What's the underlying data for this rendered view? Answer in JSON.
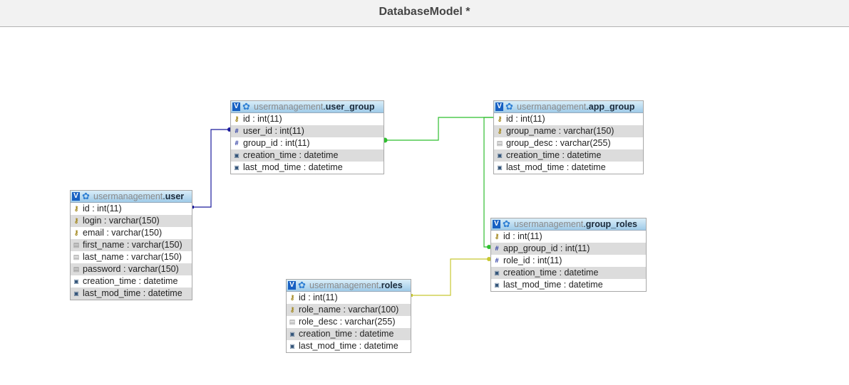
{
  "window": {
    "title": "DatabaseModel *"
  },
  "tables": {
    "user_group": {
      "db": "usermanagement",
      "name": "user_group",
      "columns": [
        {
          "icon": "primary-key-icon",
          "text": "id : int(11)"
        },
        {
          "icon": "foreign-key-icon",
          "text": "user_id : int(11)"
        },
        {
          "icon": "foreign-key-icon",
          "text": "group_id : int(11)"
        },
        {
          "icon": "datetime-icon",
          "text": "creation_time : datetime"
        },
        {
          "icon": "datetime-icon",
          "text": "last_mod_time : datetime"
        }
      ]
    },
    "app_group": {
      "db": "usermanagement",
      "name": "app_group",
      "columns": [
        {
          "icon": "primary-key-icon",
          "text": "id : int(11)"
        },
        {
          "icon": "unique-key-icon",
          "text": "group_name : varchar(150)"
        },
        {
          "icon": "text-column-icon",
          "text": "group_desc : varchar(255)"
        },
        {
          "icon": "datetime-icon",
          "text": "creation_time : datetime"
        },
        {
          "icon": "datetime-icon",
          "text": "last_mod_time : datetime"
        }
      ]
    },
    "user": {
      "db": "usermanagement",
      "name": "user",
      "columns": [
        {
          "icon": "primary-key-icon",
          "text": "id : int(11)"
        },
        {
          "icon": "unique-key-icon",
          "text": "login : varchar(150)"
        },
        {
          "icon": "unique-key-icon",
          "text": "email : varchar(150)"
        },
        {
          "icon": "text-column-icon",
          "text": "first_name : varchar(150)"
        },
        {
          "icon": "text-column-icon",
          "text": "last_name : varchar(150)"
        },
        {
          "icon": "text-column-icon",
          "text": "password : varchar(150)"
        },
        {
          "icon": "datetime-icon",
          "text": "creation_time : datetime"
        },
        {
          "icon": "datetime-icon",
          "text": "last_mod_time : datetime"
        }
      ]
    },
    "group_roles": {
      "db": "usermanagement",
      "name": "group_roles",
      "columns": [
        {
          "icon": "primary-key-icon",
          "text": "id : int(11)"
        },
        {
          "icon": "foreign-key-icon",
          "text": "app_group_id : int(11)"
        },
        {
          "icon": "foreign-key-icon",
          "text": "role_id : int(11)"
        },
        {
          "icon": "datetime-icon",
          "text": "creation_time : datetime"
        },
        {
          "icon": "datetime-icon",
          "text": "last_mod_time : datetime"
        }
      ]
    },
    "roles": {
      "db": "usermanagement",
      "name": "roles",
      "columns": [
        {
          "icon": "primary-key-icon",
          "text": "id : int(11)"
        },
        {
          "icon": "unique-key-icon",
          "text": "role_name : varchar(100)"
        },
        {
          "icon": "text-column-icon",
          "text": "role_desc : varchar(255)"
        },
        {
          "icon": "datetime-icon",
          "text": "creation_time : datetime"
        },
        {
          "icon": "datetime-icon",
          "text": "last_mod_time : datetime"
        }
      ]
    }
  },
  "relations": [
    {
      "from": "user.id",
      "to": "user_group.user_id",
      "color": "#1c1c9c"
    },
    {
      "from": "app_group.id",
      "to": "user_group.group_id",
      "color": "#2fbf2f"
    },
    {
      "from": "app_group.id",
      "to": "group_roles.app_group_id",
      "color": "#2fbf2f"
    },
    {
      "from": "roles.id",
      "to": "group_roles.role_id",
      "color": "#c8c832"
    }
  ],
  "colors": {
    "header_gradient_top": "#d9edf9",
    "header_gradient_bottom": "#9fcbe8",
    "alt_row": "#dcdcdc",
    "view_icon": "#1760c2"
  }
}
